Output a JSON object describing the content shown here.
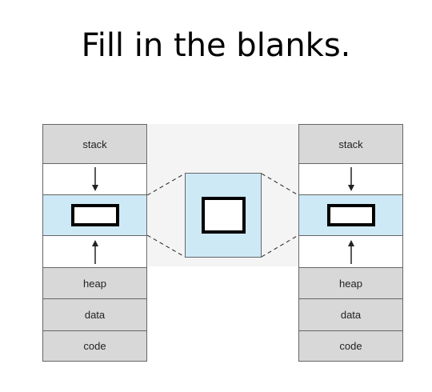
{
  "title": "Fill in the blanks.",
  "left_column": {
    "segments": [
      "stack",
      "heap",
      "data",
      "code"
    ]
  },
  "right_column": {
    "segments": [
      "stack",
      "heap",
      "data",
      "code"
    ]
  },
  "colors": {
    "segment_gray": "#d8d8d8",
    "shared_region_blue": "#cde9f6",
    "border": "#666666"
  }
}
